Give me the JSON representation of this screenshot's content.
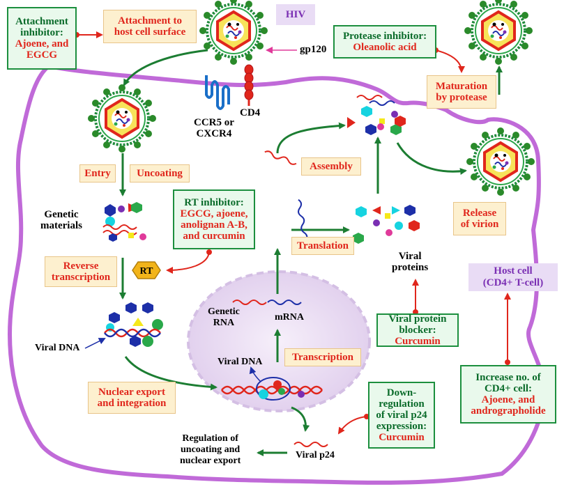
{
  "labels": {
    "hiv": "HIV",
    "gp120": "gp120",
    "cd4": "CD4",
    "ccr5": "CCR5 or",
    "cxcr4": "CXCR4",
    "genetic_materials_1": "Genetic",
    "genetic_materials_2": "materials",
    "rt": "RT",
    "viral_dna_left": "Viral DNA",
    "genetic_rna_1": "Genetic",
    "genetic_rna_2": "RNA",
    "mrna": "mRNA",
    "viral_dna_nucleus": "Viral DNA",
    "viral_proteins_1": "Viral",
    "viral_proteins_2": "proteins",
    "regulation_1": "Regulation of",
    "regulation_2": "uncoating and",
    "regulation_3": "nuclear export",
    "viral_p24": "Viral p24"
  },
  "steps": {
    "attachment_1": "Attachment to",
    "attachment_2": "host cell surface",
    "entry": "Entry",
    "uncoating": "Uncoating",
    "reverse_1": "Reverse",
    "reverse_2": "transcription",
    "nuclear_1": "Nuclear export",
    "nuclear_2": "and integration",
    "transcription": "Transcription",
    "translation": "Translation",
    "assembly": "Assembly",
    "maturation_1": "Maturation",
    "maturation_2": "by protease",
    "release_1": "Release",
    "release_2": "of virion"
  },
  "inhibitors": {
    "attachment": {
      "l1": "Attachment",
      "l2": "inhibitor:",
      "l3": "Ajoene, and",
      "l4": "EGCG"
    },
    "protease": {
      "l1": "Protease inhibitor:",
      "l2": "Oleanolic acid"
    },
    "rt": {
      "l1": "RT inhibitor:",
      "l2": "EGCG, ajoene,",
      "l3": "anolignan A-B,",
      "l4": "and curcumin"
    },
    "viral_protein": {
      "l1": "Viral protein",
      "l2": "blocker:",
      "l3": "Curcumin"
    },
    "p24": {
      "l1": "Down-",
      "l2": "regulation",
      "l3": "of viral p24",
      "l4": "expression:",
      "l5": "Curcumin"
    },
    "cd4": {
      "l1": "Increase no. of",
      "l2": "CD4+ cell:",
      "l3": "Ajoene, and",
      "l4": "andrographolide"
    }
  },
  "host_cell": {
    "l1": "Host cell",
    "l2": "(CD4+ T-cell)"
  },
  "colors": {
    "cell_membrane": "#c06ad8",
    "nucleus": "#e6d8ef",
    "arrow_green": "#1c7d32",
    "inhibitor_red": "#e0261c",
    "box_orange": "#fdf0cf",
    "box_green": "#e9f9ec",
    "box_purple": "#e9dcf5",
    "rt_badge": "#f2b41a"
  }
}
